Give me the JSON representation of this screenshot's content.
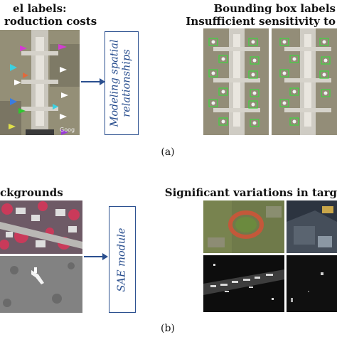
{
  "panel_a": {
    "left_title_line1": "el labels:",
    "left_title_line2": "roduction costs",
    "right_title_line1": "Bounding box labels",
    "right_title_line2": "Insufficient sensitivity to",
    "module_text_line1": "Modeling spatial",
    "module_text_line2": "relationships",
    "watermark": "Goog",
    "caption": "(a)"
  },
  "panel_b": {
    "left_title": "ckgrounds",
    "right_title": "Significant variations in targ",
    "module_text": "SAE module",
    "caption": "(b)"
  },
  "colors": {
    "module_border": "#2a4f8f",
    "module_text": "#2a4f8f",
    "arrow": "#2a4f8f",
    "box_label": "#3fd63f"
  }
}
